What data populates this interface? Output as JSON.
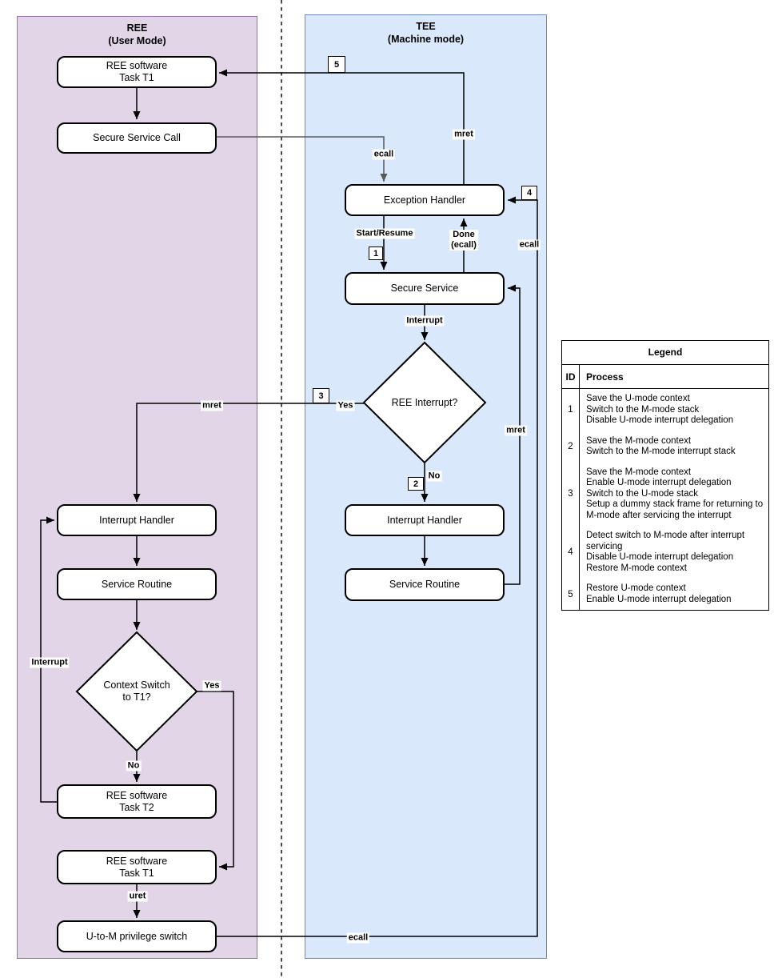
{
  "panels": {
    "ree": {
      "title": "REE",
      "subtitle": "(User Mode)"
    },
    "tee": {
      "title": "TEE",
      "subtitle": "(Machine mode)"
    }
  },
  "colors": {
    "ree_fill": "#E1D5E7",
    "ree_border": "#9673A6",
    "tee_fill": "#DAE8FC",
    "tee_border": "#6C8EBF",
    "edge_color": "#000000",
    "ecall_edge_gray": "#595959"
  },
  "nodes": {
    "ree_task_t1_top": "REE software\nTask T1",
    "secure_service_call": "Secure Service Call",
    "ree_interrupt_handler": "Interrupt Handler",
    "ree_service_routine": "Service Routine",
    "context_switch_decision": "Context Switch\nto T1?",
    "ree_task_t2": "REE software\nTask T2",
    "ree_task_t1_bottom": "REE software\nTask T1",
    "u_to_m_switch": "U-to-M privilege switch",
    "exception_handler": "Exception Handler",
    "secure_service": "Secure Service",
    "ree_interrupt_decision": "REE Interrupt?",
    "tee_interrupt_handler": "Interrupt Handler",
    "tee_service_routine": "Service Routine"
  },
  "labels": {
    "ecall_call": "ecall",
    "mret_return": "mret",
    "start_resume": "Start/Resume",
    "done_ecall": "Done\n(ecall)",
    "ecall_right": "ecall",
    "interrupt_tee": "Interrupt",
    "yes_tee": "Yes",
    "no_tee": "No",
    "mret_service": "mret",
    "mret_yes": "mret",
    "interrupt_ree": "Interrupt",
    "yes_ree": "Yes",
    "no_ree": "No",
    "uret": "uret",
    "ecall_bottom": "ecall"
  },
  "badges": {
    "step1": "1",
    "step2": "2",
    "step3": "3",
    "step4": "4",
    "step5": "5"
  },
  "legend": {
    "title": "Legend",
    "columns": {
      "id": "ID",
      "process": "Process"
    },
    "rows": [
      {
        "id": "1",
        "process": "Save the U-mode context\nSwitch to the M-mode stack\nDisable U-mode interrupt delegation"
      },
      {
        "id": "2",
        "process": "Save the M-mode context\nSwitch to the M-mode interrupt stack"
      },
      {
        "id": "3",
        "process": "Save the M-mode context\nEnable U-mode interrupt delegation\nSwitch to the U-mode stack\nSetup a dummy stack frame for returning to M-mode after servicing the interrupt"
      },
      {
        "id": "4",
        "process": "Detect switch to M-mode after interrupt servicing\nDisable U-mode interrupt delegation\nRestore M-mode context"
      },
      {
        "id": "5",
        "process": "Restore U-mode context\nEnable U-mode interrupt delegation"
      }
    ]
  }
}
